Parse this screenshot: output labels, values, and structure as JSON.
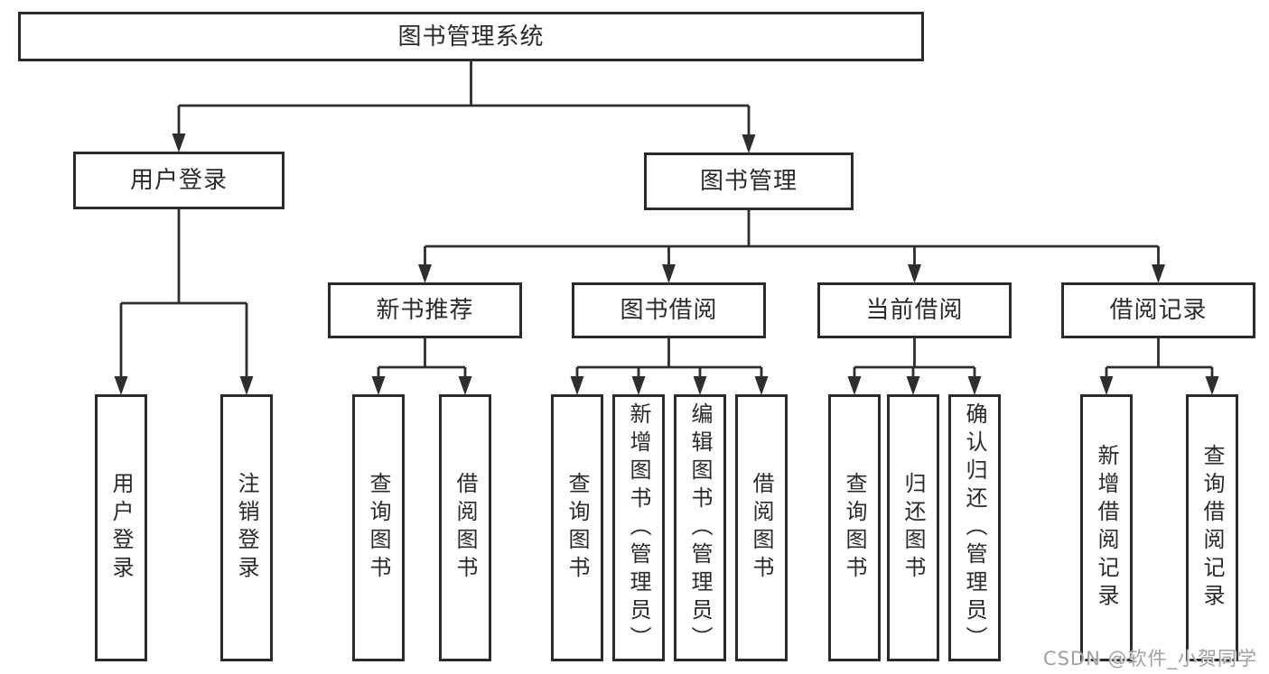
{
  "diagram_title": "图书管理系统",
  "nodes": [
    {
      "id": "root",
      "label": "图书管理系统",
      "level": 1,
      "parent": null
    },
    {
      "id": "user-login",
      "label": "用户登录",
      "level": 2,
      "parent": "root"
    },
    {
      "id": "book-mgmt",
      "label": "图书管理",
      "level": 2,
      "parent": "root"
    },
    {
      "id": "new-book-rec",
      "label": "新书推荐",
      "level": 3,
      "parent": "book-mgmt"
    },
    {
      "id": "book-borrow",
      "label": "图书借阅",
      "level": 3,
      "parent": "book-mgmt"
    },
    {
      "id": "current-borrow",
      "label": "当前借阅",
      "level": 3,
      "parent": "book-mgmt"
    },
    {
      "id": "borrow-record",
      "label": "借阅记录",
      "level": 3,
      "parent": "book-mgmt"
    },
    {
      "id": "leaf-user-login",
      "label": "用户登录",
      "level": 4,
      "parent": "user-login"
    },
    {
      "id": "leaf-logout",
      "label": "注销登录",
      "level": 4,
      "parent": "user-login"
    },
    {
      "id": "leaf-query-book-1",
      "label": "查询图书",
      "level": 4,
      "parent": "new-book-rec"
    },
    {
      "id": "leaf-borrow-book-1",
      "label": "借阅图书",
      "level": 4,
      "parent": "new-book-rec"
    },
    {
      "id": "leaf-query-book-2",
      "label": "查询图书",
      "level": 4,
      "parent": "book-borrow"
    },
    {
      "id": "leaf-add-book",
      "label": "新增图书（管理员）",
      "level": 4,
      "parent": "book-borrow"
    },
    {
      "id": "leaf-edit-book",
      "label": "编辑图书（管理员）",
      "level": 4,
      "parent": "book-borrow"
    },
    {
      "id": "leaf-borrow-book-2",
      "label": "借阅图书",
      "level": 4,
      "parent": "book-borrow"
    },
    {
      "id": "leaf-query-book-3",
      "label": "查询图书",
      "level": 4,
      "parent": "current-borrow"
    },
    {
      "id": "leaf-return-book",
      "label": "归还图书",
      "level": 4,
      "parent": "current-borrow"
    },
    {
      "id": "leaf-confirm-return",
      "label": "确认归还（管理员）",
      "level": 4,
      "parent": "current-borrow"
    },
    {
      "id": "leaf-add-record",
      "label": "新增借阅记录",
      "level": 4,
      "parent": "borrow-record"
    },
    {
      "id": "leaf-query-record",
      "label": "查询借阅记录",
      "level": 4,
      "parent": "borrow-record"
    }
  ],
  "watermark": {
    "text": "CSDN @软件_小贺同学"
  },
  "colors": {
    "line": "#2e2e2e",
    "box_border": "#2b2b2b",
    "text": "#2a2a2a",
    "watermark": "#a0a0a0",
    "background": "#ffffff"
  }
}
